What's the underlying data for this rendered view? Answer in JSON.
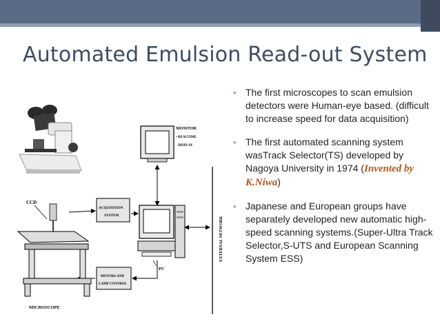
{
  "slide": {
    "title": "Automated Emulsion Read-out System"
  },
  "bullets": [
    {
      "text": "The first microscopes to scan emulsion detectors were Human-eye based. (difficult to increase speed for data acquisition)"
    },
    {
      "text_before": "The first automated scanning system wasTrack Selector(TS) developed by Nagoya University in 1974 (",
      "highlight": "Invented by K.Niwa",
      "text_after": ")"
    },
    {
      "text": "Japanese and European groups have separately developed new automatic high-speed scanning systems.(Super-Ultra Track Selector,S-UTS and European Scanning System ESS)"
    }
  ],
  "diagram": {
    "monitor_label": "MONITOR",
    "realtime_label": "• REALTIME",
    "display_label": "DISPLAY",
    "ccd_label": "CCD",
    "acquisition_label_1": "ACQUISITION",
    "acquisition_label_2": "SYSTEM",
    "pc_label": "PC",
    "motors_label_1": "MOTORS AND",
    "motors_label_2": "LAMP CONTROL",
    "network_label": "EXTERNAL NETWORK",
    "microscope_label": "MICROSCOPE"
  },
  "colors": {
    "title": "#3c4b66",
    "highlight": "#b8541a",
    "bullet_dot": "#8aa0c8",
    "topbar": "#5b6b86"
  }
}
